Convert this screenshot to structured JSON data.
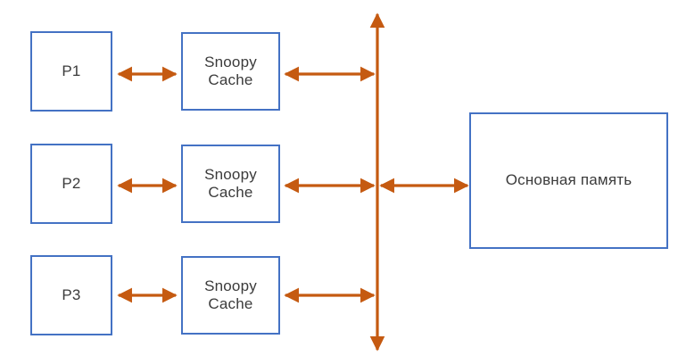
{
  "diagram": {
    "title": "Snoopy cache coherence bus diagram",
    "colors": {
      "box_border": "#4472C4",
      "box_fill": "#FFFFFF",
      "arrow": "#C55A11",
      "text": "#3B3B3B",
      "background": "#FFFFFF"
    },
    "processors": [
      {
        "id": "p1",
        "label": "P1"
      },
      {
        "id": "p2",
        "label": "P2"
      },
      {
        "id": "p3",
        "label": "P3"
      }
    ],
    "caches": [
      {
        "id": "cache1",
        "label": "Snoopy\nCache"
      },
      {
        "id": "cache2",
        "label": "Snoopy\nCache"
      },
      {
        "id": "cache3",
        "label": "Snoopy\nCache"
      }
    ],
    "memory": {
      "id": "main-memory",
      "label": "Основная память"
    },
    "bus": {
      "id": "system-bus",
      "label": ""
    },
    "connections": [
      {
        "from": "p1",
        "to": "cache1",
        "style": "double-arrow"
      },
      {
        "from": "p2",
        "to": "cache2",
        "style": "double-arrow"
      },
      {
        "from": "p3",
        "to": "cache3",
        "style": "double-arrow"
      },
      {
        "from": "cache1",
        "to": "system-bus",
        "style": "double-arrow"
      },
      {
        "from": "cache2",
        "to": "system-bus",
        "style": "double-arrow"
      },
      {
        "from": "cache3",
        "to": "system-bus",
        "style": "double-arrow"
      },
      {
        "from": "system-bus",
        "to": "main-memory",
        "style": "double-arrow"
      }
    ]
  }
}
